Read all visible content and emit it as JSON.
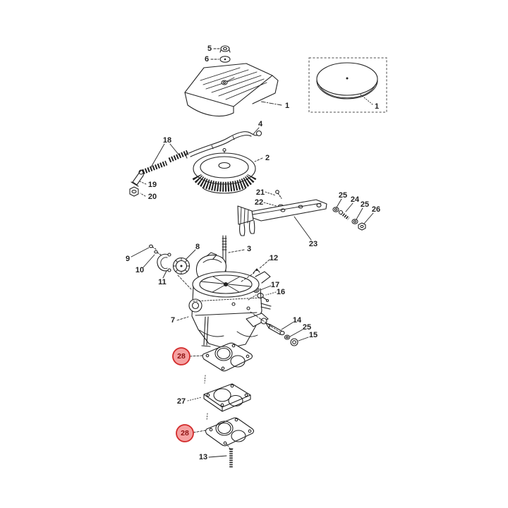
{
  "figure": {
    "kind": "exploded-parts-diagram",
    "colors": {
      "background": "#ffffff",
      "line": "#222222",
      "highlight-fill": "#f5a1a1",
      "highlight-stroke": "#d22b2b",
      "highlight-text": "#8e1111"
    }
  },
  "callouts": [
    {
      "text": "5",
      "highlighted": false
    },
    {
      "text": "6",
      "highlighted": false
    },
    {
      "text": "1",
      "highlighted": false
    },
    {
      "text": "1",
      "highlighted": false
    },
    {
      "text": "4",
      "highlighted": false
    },
    {
      "text": "18",
      "highlighted": false
    },
    {
      "text": "2",
      "highlighted": false
    },
    {
      "text": "19",
      "highlighted": false
    },
    {
      "text": "20",
      "highlighted": false
    },
    {
      "text": "21",
      "highlighted": false
    },
    {
      "text": "22",
      "highlighted": false
    },
    {
      "text": "25",
      "highlighted": false
    },
    {
      "text": "24",
      "highlighted": false
    },
    {
      "text": "25",
      "highlighted": false
    },
    {
      "text": "26",
      "highlighted": false
    },
    {
      "text": "23",
      "highlighted": false
    },
    {
      "text": "9",
      "highlighted": false
    },
    {
      "text": "10",
      "highlighted": false
    },
    {
      "text": "11",
      "highlighted": false
    },
    {
      "text": "8",
      "highlighted": false
    },
    {
      "text": "3",
      "highlighted": false
    },
    {
      "text": "12",
      "highlighted": false
    },
    {
      "text": "17",
      "highlighted": false
    },
    {
      "text": "16",
      "highlighted": false
    },
    {
      "text": "7",
      "highlighted": false
    },
    {
      "text": "14",
      "highlighted": false
    },
    {
      "text": "25",
      "highlighted": false
    },
    {
      "text": "15",
      "highlighted": false
    },
    {
      "text": "28",
      "highlighted": true
    },
    {
      "text": "27",
      "highlighted": false
    },
    {
      "text": "28",
      "highlighted": true
    },
    {
      "text": "13",
      "highlighted": false
    }
  ]
}
